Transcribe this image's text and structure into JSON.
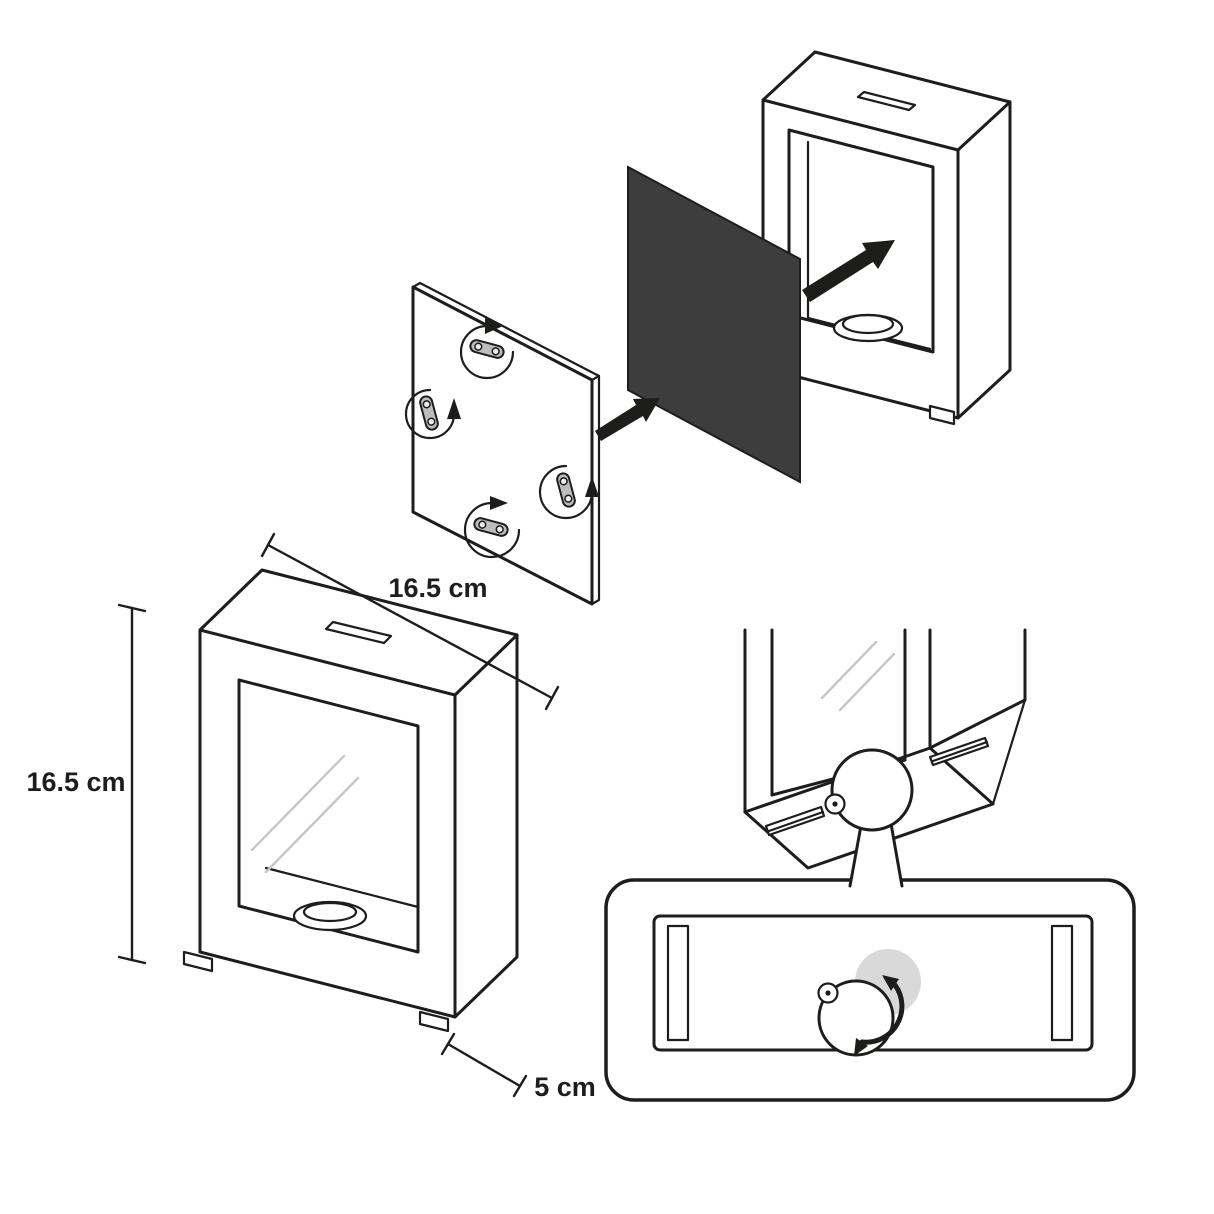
{
  "diagram": {
    "dimension_labels": {
      "width": "16.5 cm",
      "height": "16.5 cm",
      "depth": "5 cm"
    },
    "colors": {
      "line": "#1d1d1b",
      "photo_panel": "#3d3d3d",
      "disc_gray": "#d9d9d9",
      "glass_shine": "#c6c6c6",
      "background": "#ffffff"
    }
  }
}
